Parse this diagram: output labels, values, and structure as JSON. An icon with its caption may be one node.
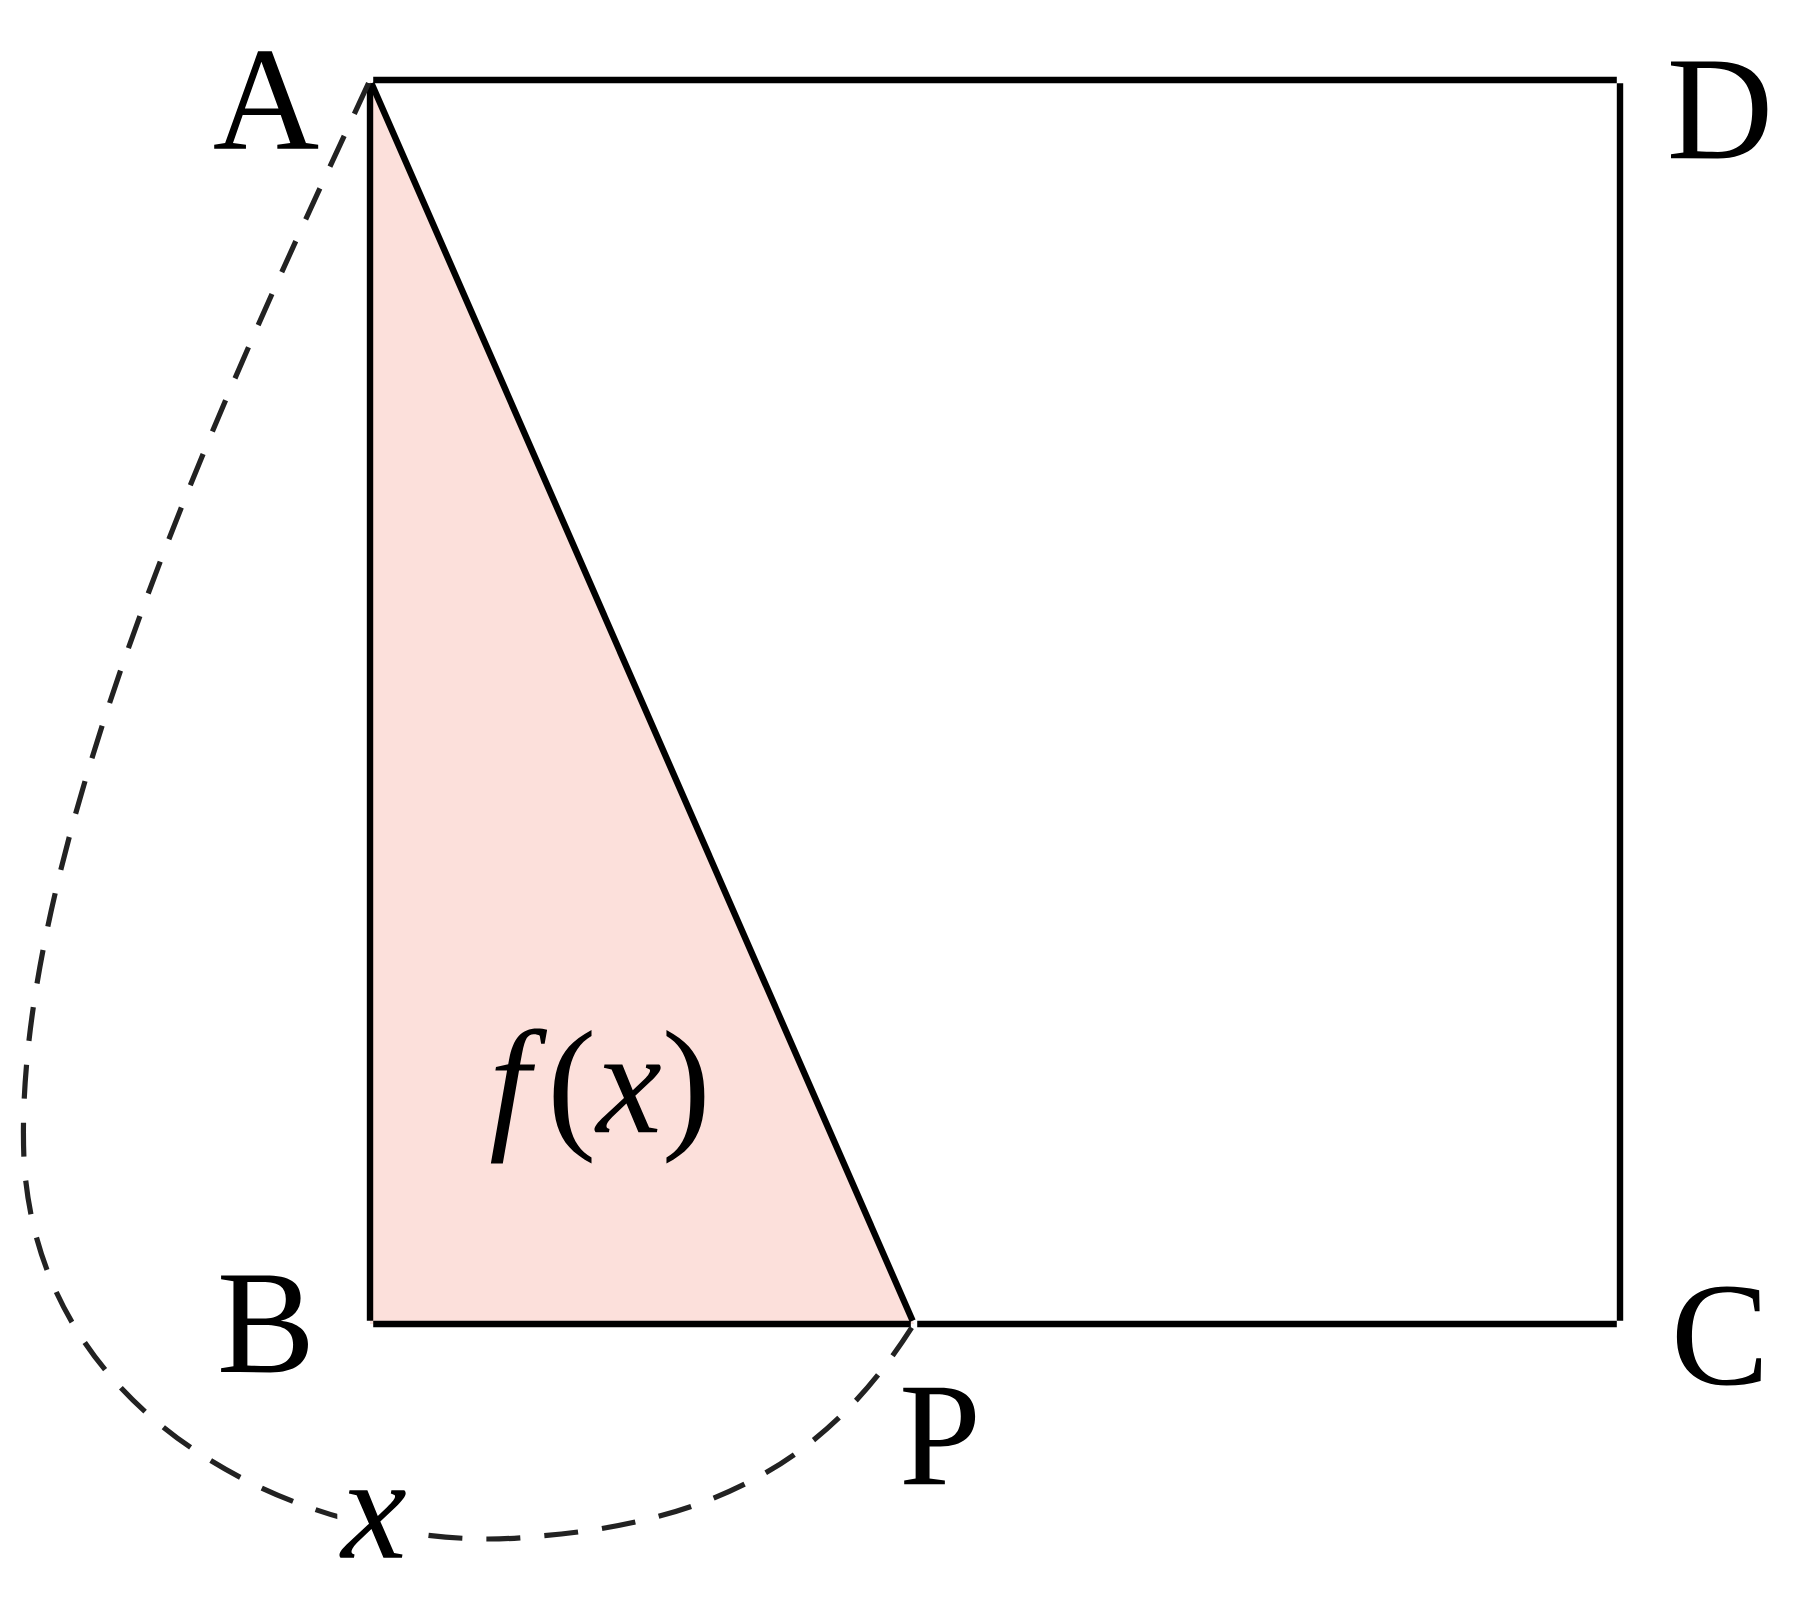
{
  "diagram": {
    "nodes": [
      {
        "text": [
          "A"
        ]
      },
      {
        "text": [
          "B"
        ]
      },
      {
        "text": [
          "C"
        ]
      },
      {
        "text": [
          "D"
        ]
      },
      {
        "text": [
          "P"
        ]
      }
    ],
    "labels": [
      "*f*(*x*)"
    ],
    "edges": [
      {
        "from": 0,
        "to": 3,
        "arrow": "none"
      },
      {
        "from": 3,
        "to": 2,
        "arrow": "none"
      },
      {
        "from": 2,
        "to": 4,
        "arrow": "none"
      },
      {
        "from": 4,
        "to": 1,
        "arrow": "none"
      },
      {
        "from": 1,
        "to": 0,
        "arrow": "none"
      },
      {
        "from": 0,
        "to": 4,
        "arrow": "none"
      },
      {
        "from": 0,
        "to": 4,
        "arrow": "none",
        "style": "dashed",
        "label": "x"
      }
    ]
  }
}
